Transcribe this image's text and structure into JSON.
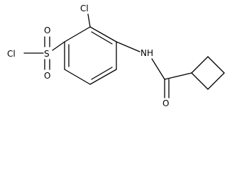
{
  "molecule": {
    "atoms": {
      "cl_top": "Cl",
      "cl_left": "Cl",
      "sulfur": "S",
      "o_up": "O",
      "o_down": "O",
      "nh": "NH",
      "o_carbonyl": "O"
    }
  },
  "colors": {
    "bond": "#000000",
    "text": "#000000",
    "background": "#ffffff"
  }
}
